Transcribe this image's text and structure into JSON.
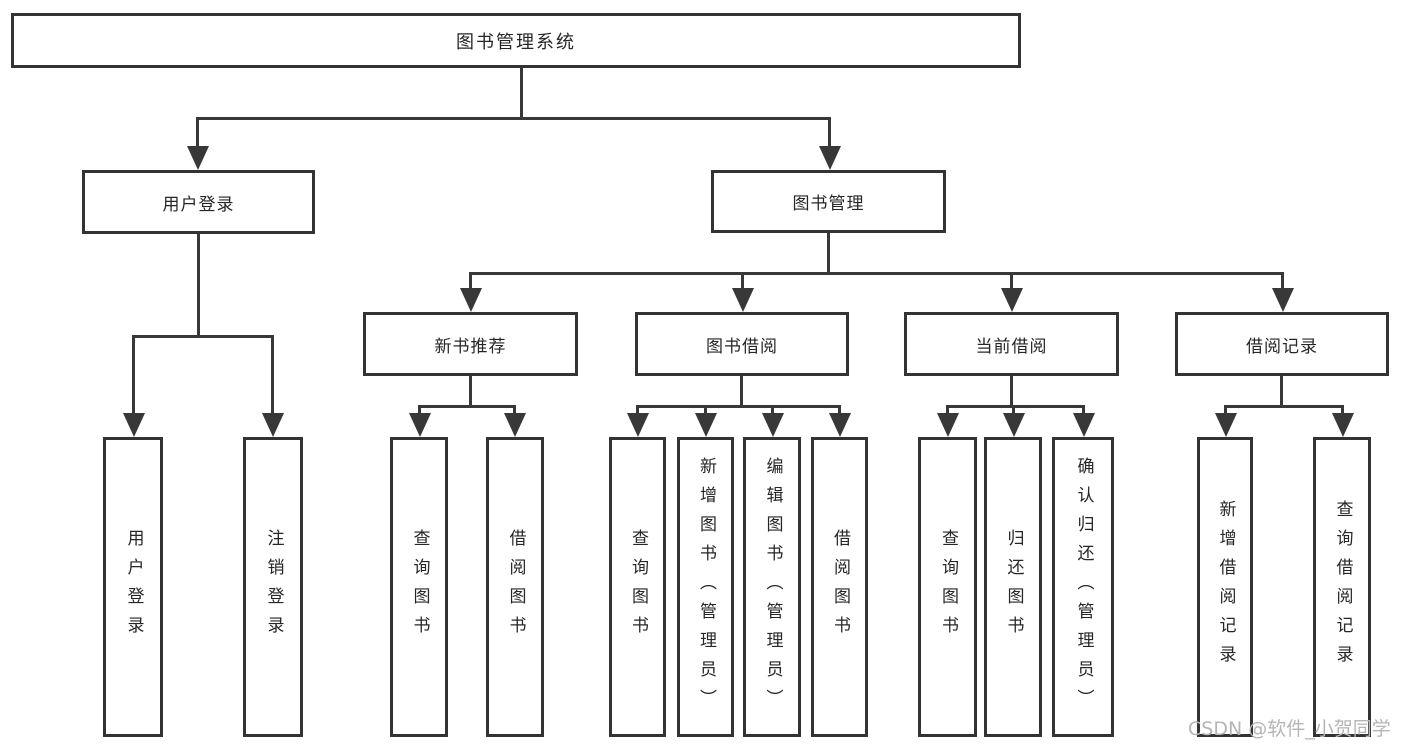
{
  "tree": {
    "label": "图书管理系统",
    "children": [
      {
        "label": "用户登录",
        "children": [
          {
            "label": "用户登录"
          },
          {
            "label": "注销登录"
          }
        ]
      },
      {
        "label": "图书管理",
        "children": [
          {
            "label": "新书推荐",
            "children": [
              {
                "label": "查询图书"
              },
              {
                "label": "借阅图书"
              }
            ]
          },
          {
            "label": "图书借阅",
            "children": [
              {
                "label": "查询图书"
              },
              {
                "label": "新增图书（管理员）"
              },
              {
                "label": "编辑图书（管理员）"
              },
              {
                "label": "借阅图书"
              }
            ]
          },
          {
            "label": "当前借阅",
            "children": [
              {
                "label": "查询图书"
              },
              {
                "label": "归还图书"
              },
              {
                "label": "确认归还（管理员）"
              }
            ]
          },
          {
            "label": "借阅记录",
            "children": [
              {
                "label": "新增借阅记录"
              },
              {
                "label": "查询借阅记录"
              }
            ]
          }
        ]
      }
    ]
  },
  "watermark": "CSDN @软件_小贺同学",
  "colors": {
    "line": "#383838",
    "box_border": "#333333",
    "text": "#262626",
    "background": "#ffffff",
    "watermark": "#b5b5b5"
  }
}
